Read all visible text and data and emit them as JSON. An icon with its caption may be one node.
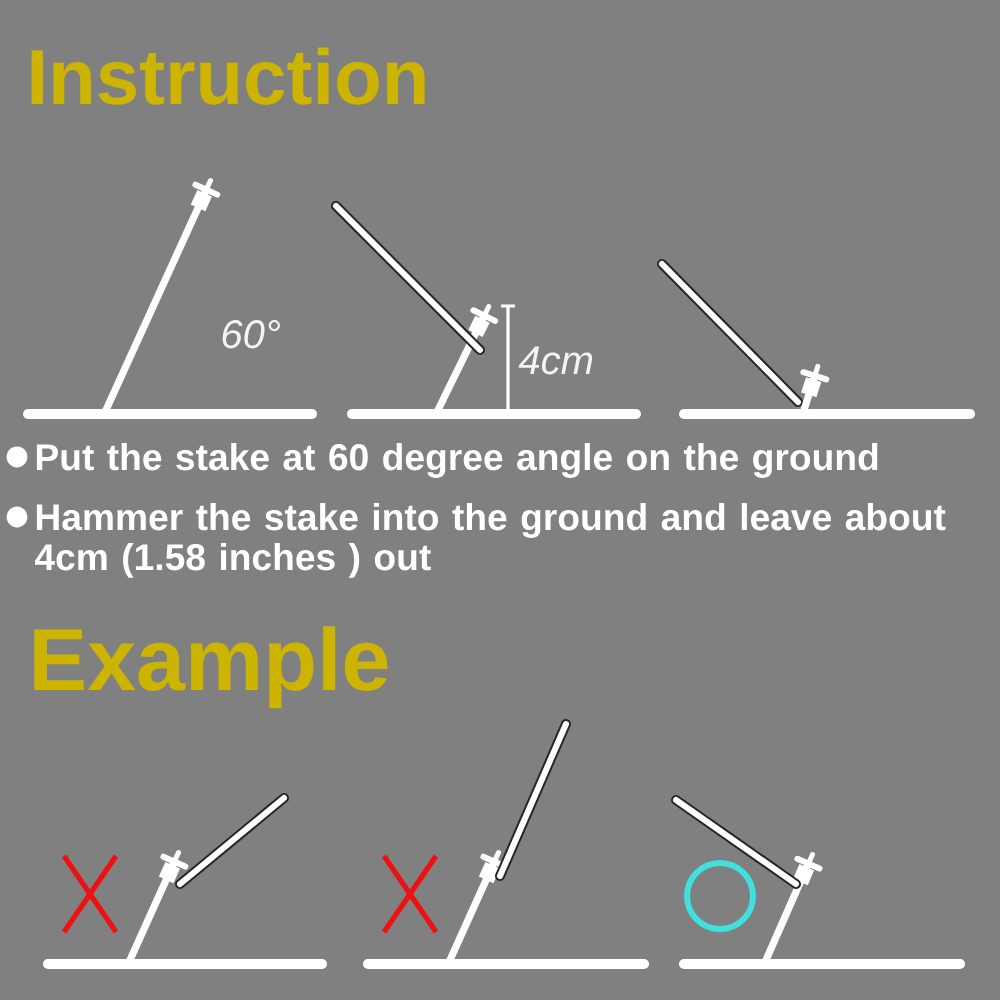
{
  "diagram": {
    "labels": [
      "Instruction",
      "60°",
      "4cm",
      "Put the stake at 60 degree angle on the ground",
      "Hammer the stake into the ground and leave about 4cm (1.58 inches ) out",
      "Example"
    ]
  }
}
